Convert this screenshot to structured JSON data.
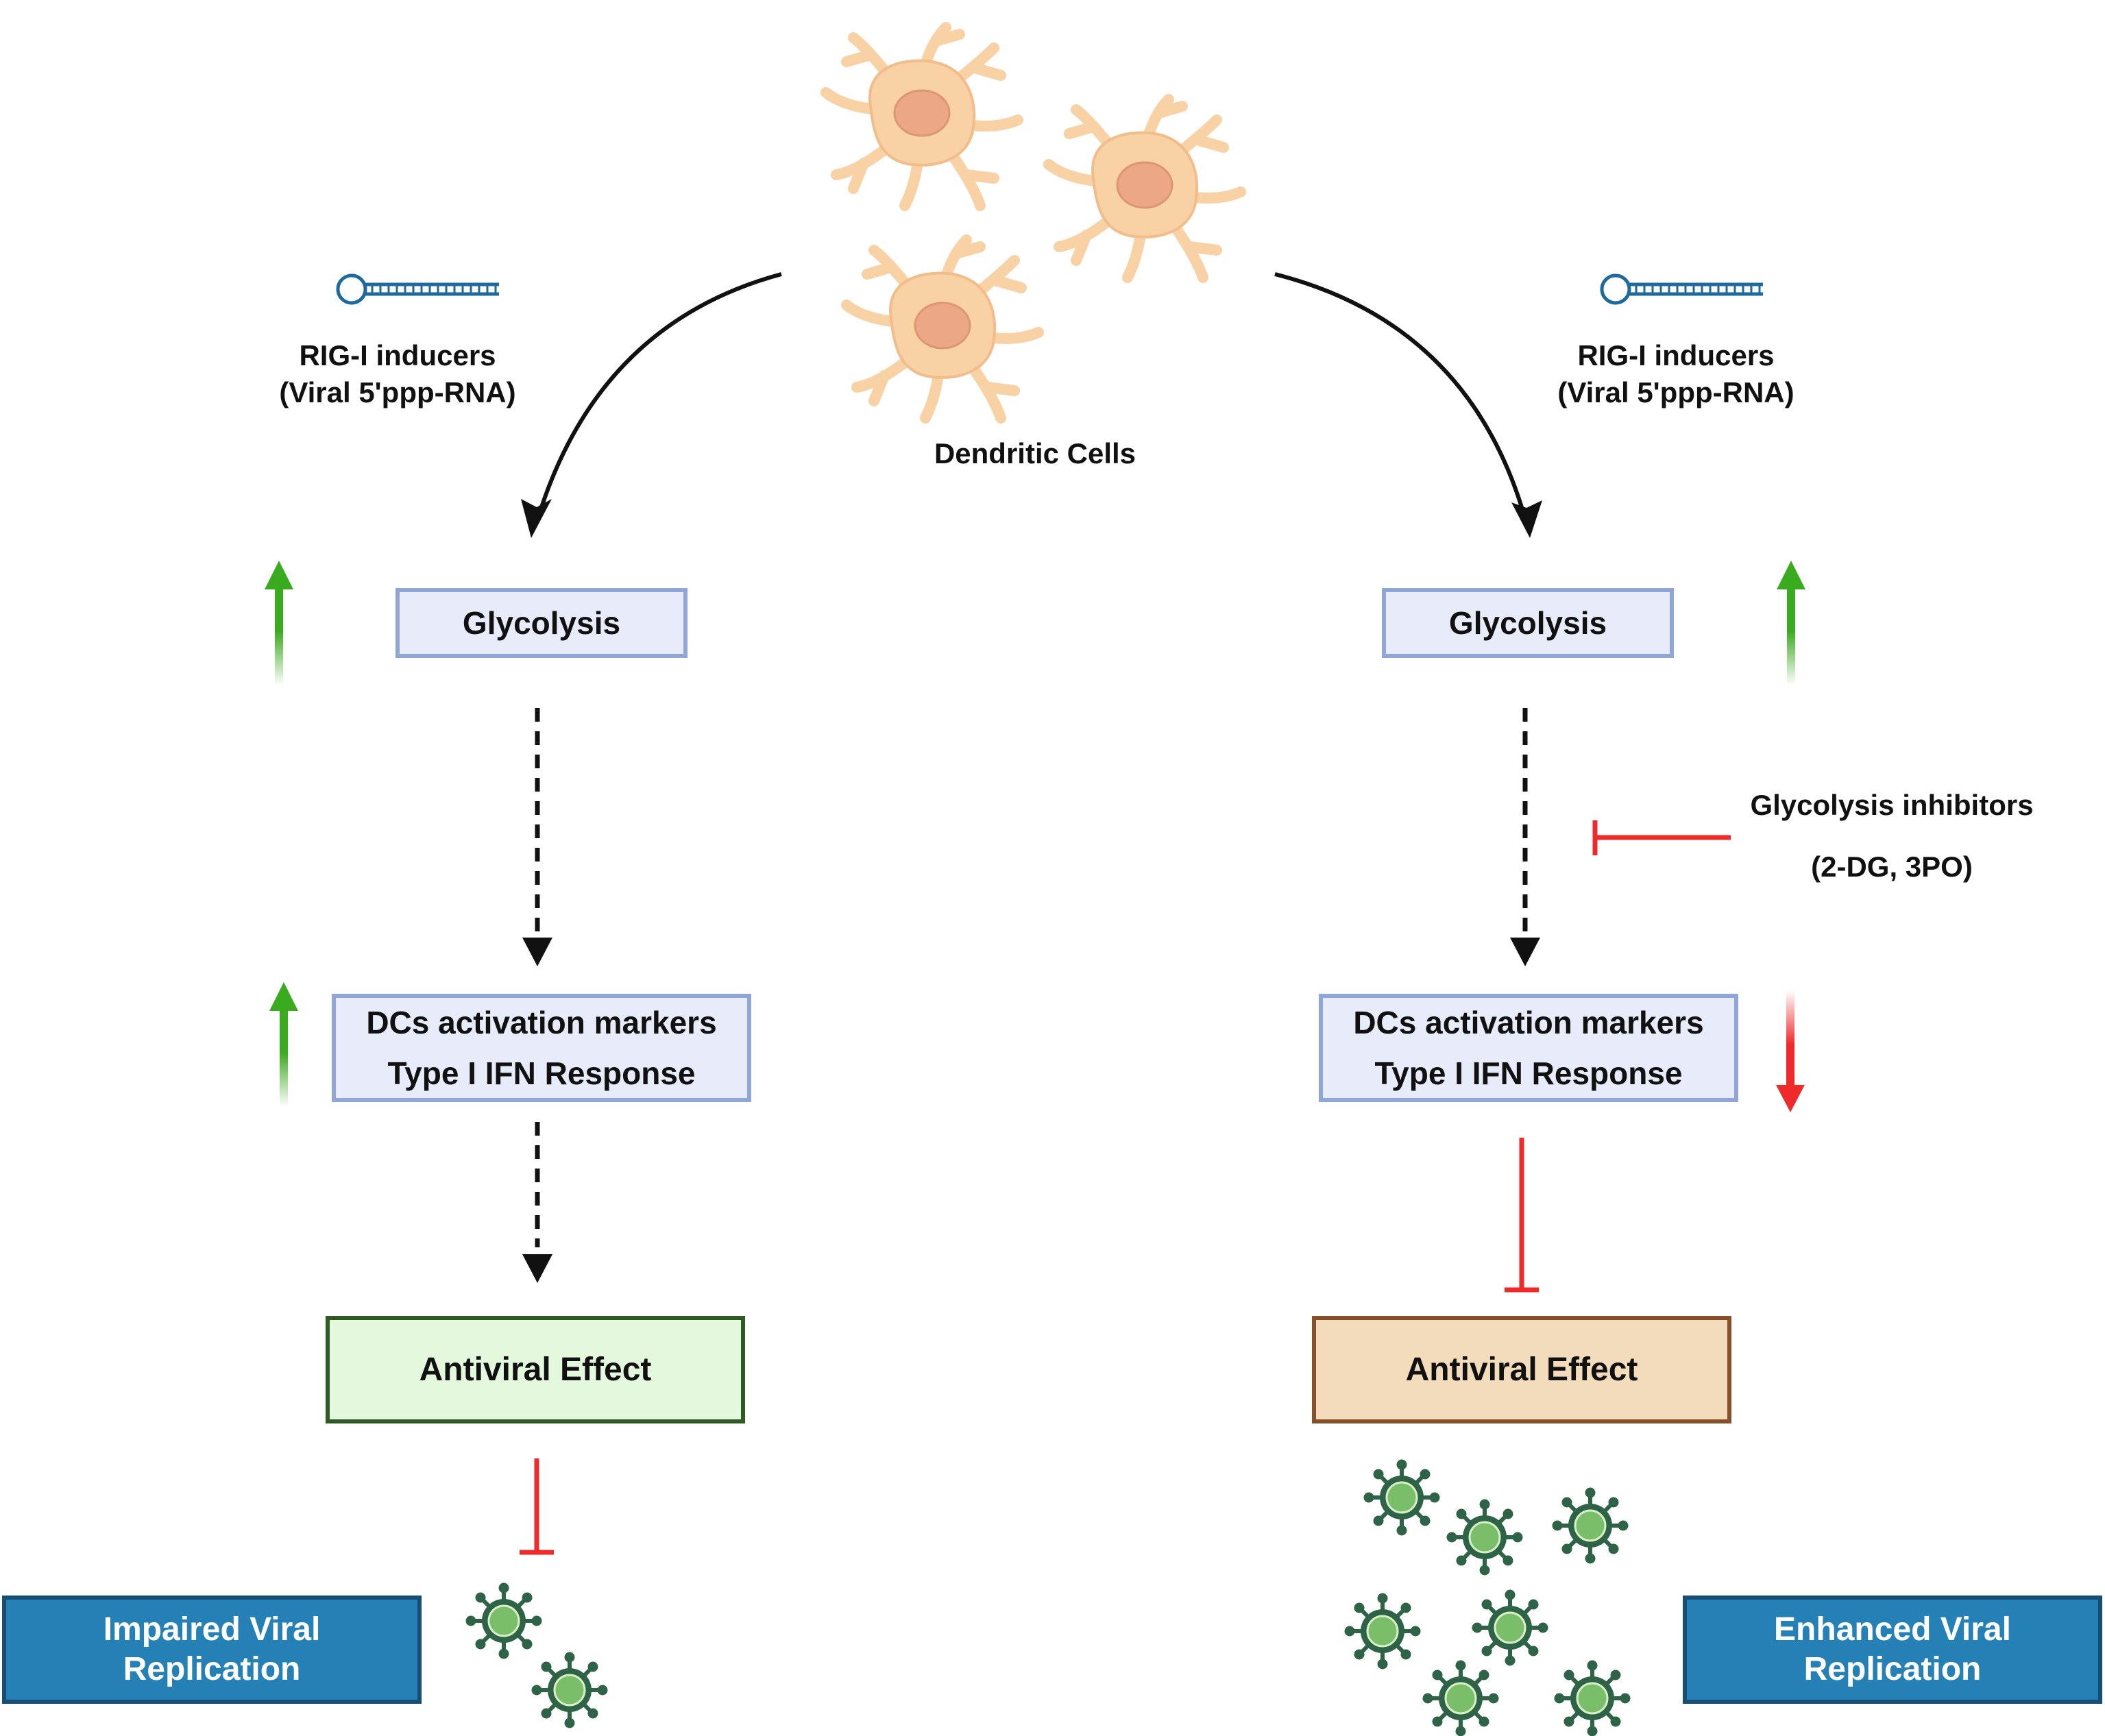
{
  "diagram": {
    "center_label": "Dendritic Cells",
    "left": {
      "inducer_line1": "RIG-I inducers",
      "inducer_line2": "(Viral 5'ppp-RNA)",
      "glycolysis": "Glycolysis",
      "markers_line1": "DCs activation markers",
      "markers_line2": "Type I IFN Response",
      "antiviral": "Antiviral Effect",
      "outcome_line1": "Impaired Viral",
      "outcome_line2": "Replication"
    },
    "right": {
      "inducer_line1": "RIG-I inducers",
      "inducer_line2": "(Viral 5'ppp-RNA)",
      "glycolysis": "Glycolysis",
      "inhibitor_line1": "Glycolysis inhibitors",
      "inhibitor_line2": "(2-DG, 3PO)",
      "markers_line1": "DCs activation markers",
      "markers_line2": "Type I IFN Response",
      "antiviral": "Antiviral Effect",
      "outcome_line1": "Enhanced Viral",
      "outcome_line2": "Replication"
    },
    "colors": {
      "up_arrow": "#3aaa1e",
      "down_arrow": "#ee2a2a",
      "inhibition": "#ee2a2a",
      "cell_body": "#f8d1a5",
      "cell_nucleus": "#eca886",
      "virus": "#2f6347"
    }
  }
}
